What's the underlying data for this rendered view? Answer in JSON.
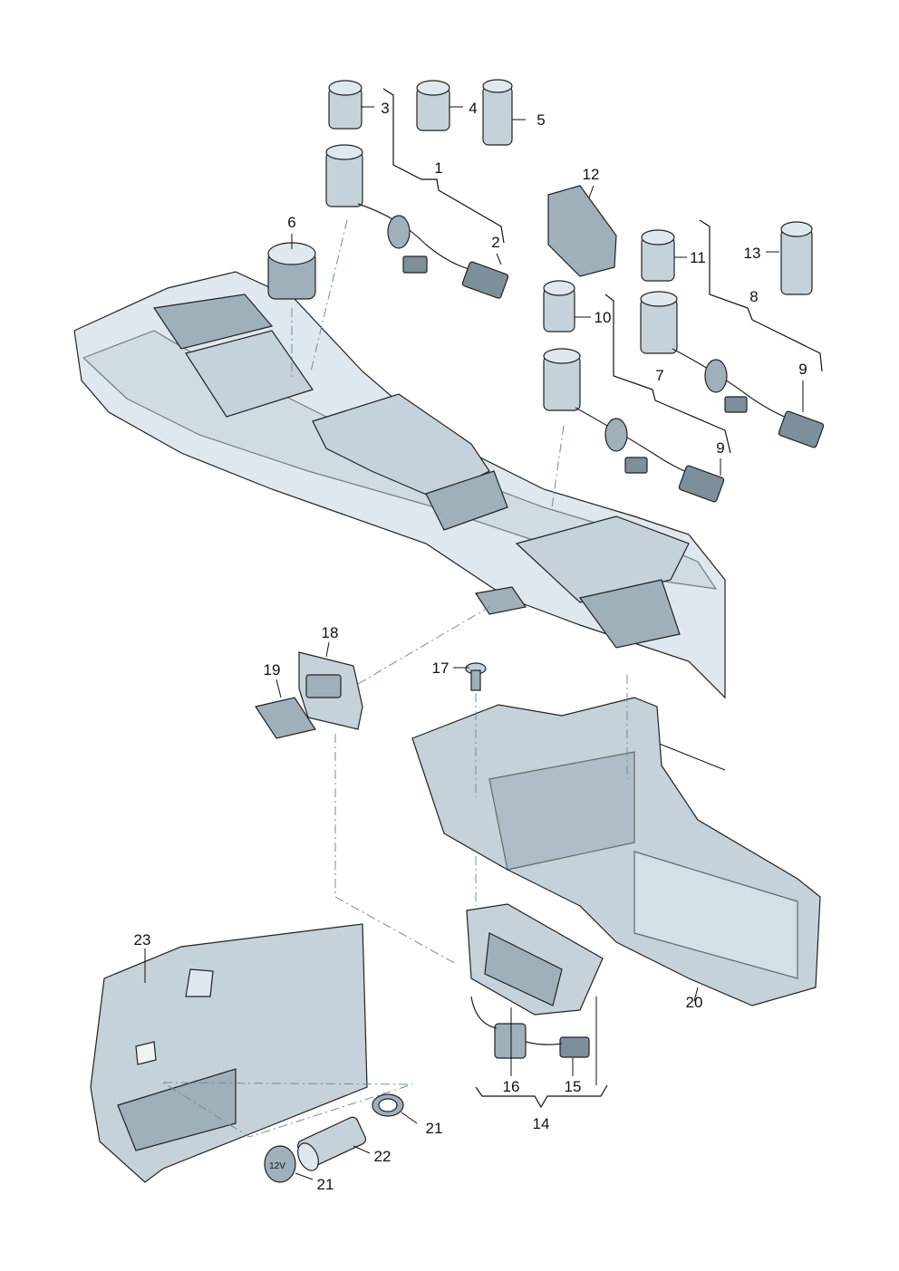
{
  "callouts": {
    "c1": "1",
    "c2": "2",
    "c3": "3",
    "c4": "4",
    "c5": "5",
    "c6": "6",
    "c7": "7",
    "c8": "8",
    "c9a": "9",
    "c9b": "9",
    "c10": "10",
    "c11": "11",
    "c12": "12",
    "c13": "13",
    "c14": "14",
    "c15": "15",
    "c16": "16",
    "c17": "17",
    "c18": "18",
    "c19": "19",
    "c20": "20",
    "c21a": "21",
    "c21b": "21",
    "c22": "22",
    "c23": "23"
  },
  "labels": {
    "logo_rings": "",
    "socket_12v": "12V"
  },
  "colors": {
    "part_light": "#dfe8ee",
    "part_mid": "#c5d2da",
    "part_dark": "#7d8f9b",
    "leader": "#111111",
    "dash_line": "#6e8ea0"
  }
}
